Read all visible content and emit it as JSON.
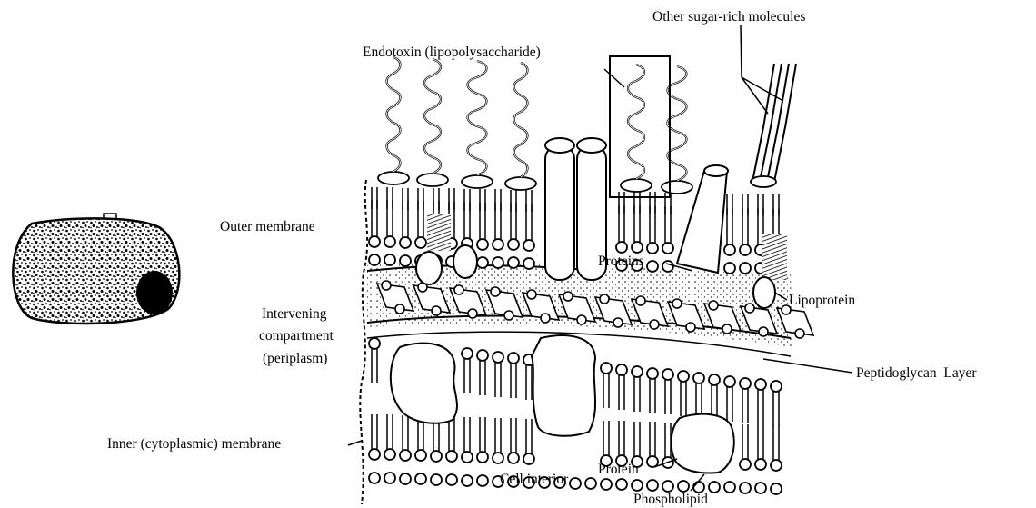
{
  "labels": {
    "other_sugar": "Other sugar-rich molecules",
    "endotoxin": "Endotoxin (lipopolysaccharide)",
    "outer_membrane": "Outer membrane",
    "proteins": "Proteins",
    "lipoprotein": "Lipoprotein",
    "intervening_1": "Intervening",
    "intervening_2": "compartment",
    "intervening_3": "(periplasm)",
    "peptidoglycan": "Peptidoglycan  Layer",
    "inner_membrane": "Inner (cytoplasmic) membrane",
    "cell_interior": "Cell interior",
    "protein": "Protein",
    "phospholipid": "Phospholipid"
  },
  "colors": {
    "ink": "#000000",
    "paper": "#ffffff"
  }
}
